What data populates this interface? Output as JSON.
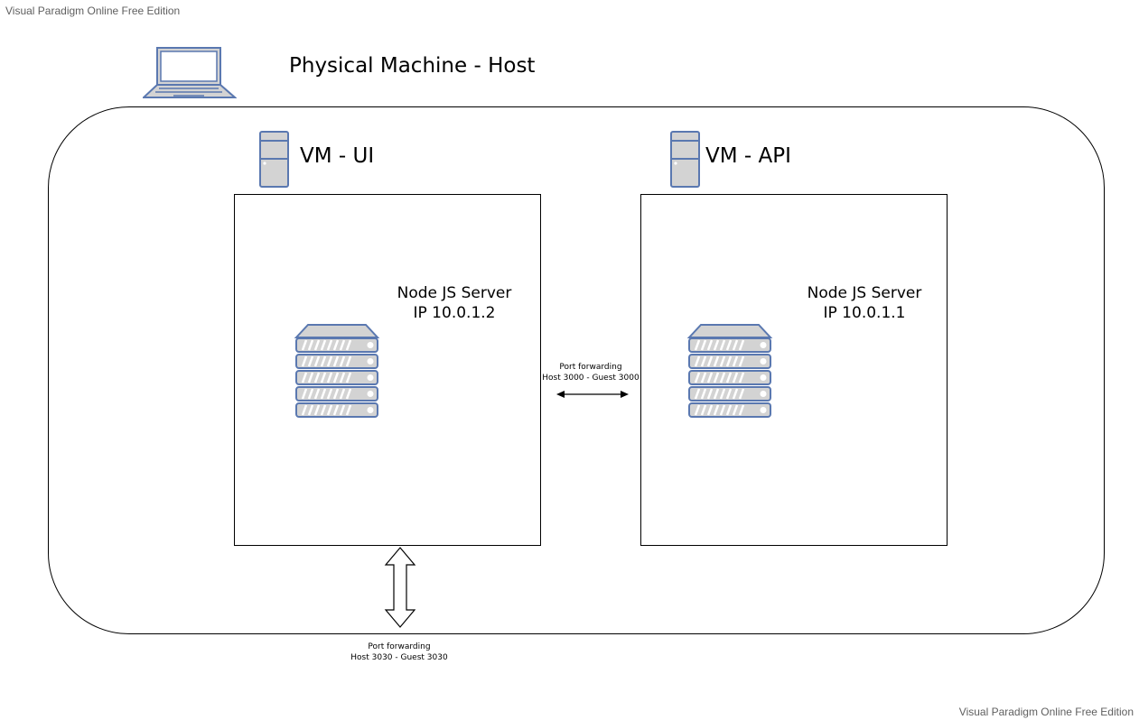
{
  "watermark": {
    "top": "Visual Paradigm Online Free Edition",
    "bottom": "Visual Paradigm Online Free Edition"
  },
  "host": {
    "title": "Physical Machine - Host",
    "icon": "laptop-icon"
  },
  "vm_ui": {
    "title": "VM - UI",
    "icon": "tower-pc-icon",
    "server_name": "Node JS Server",
    "server_ip": "IP 10.0.1.2",
    "server_icon": "server-rack-icon"
  },
  "vm_api": {
    "title": "VM - API",
    "icon": "tower-pc-icon",
    "server_name": "Node JS Server",
    "server_ip": "IP 10.0.1.1",
    "server_icon": "server-rack-icon"
  },
  "port_forward_vms": {
    "line1": "Port forwarding",
    "line2": "Host 3000 -  Guest 3000"
  },
  "port_forward_host": {
    "line1": "Port forwarding",
    "line2": "Host 3030 -  Guest 3030"
  },
  "colors": {
    "icon_stroke": "#5a78b0",
    "icon_fill": "#d3d3d3",
    "line": "#000000"
  }
}
